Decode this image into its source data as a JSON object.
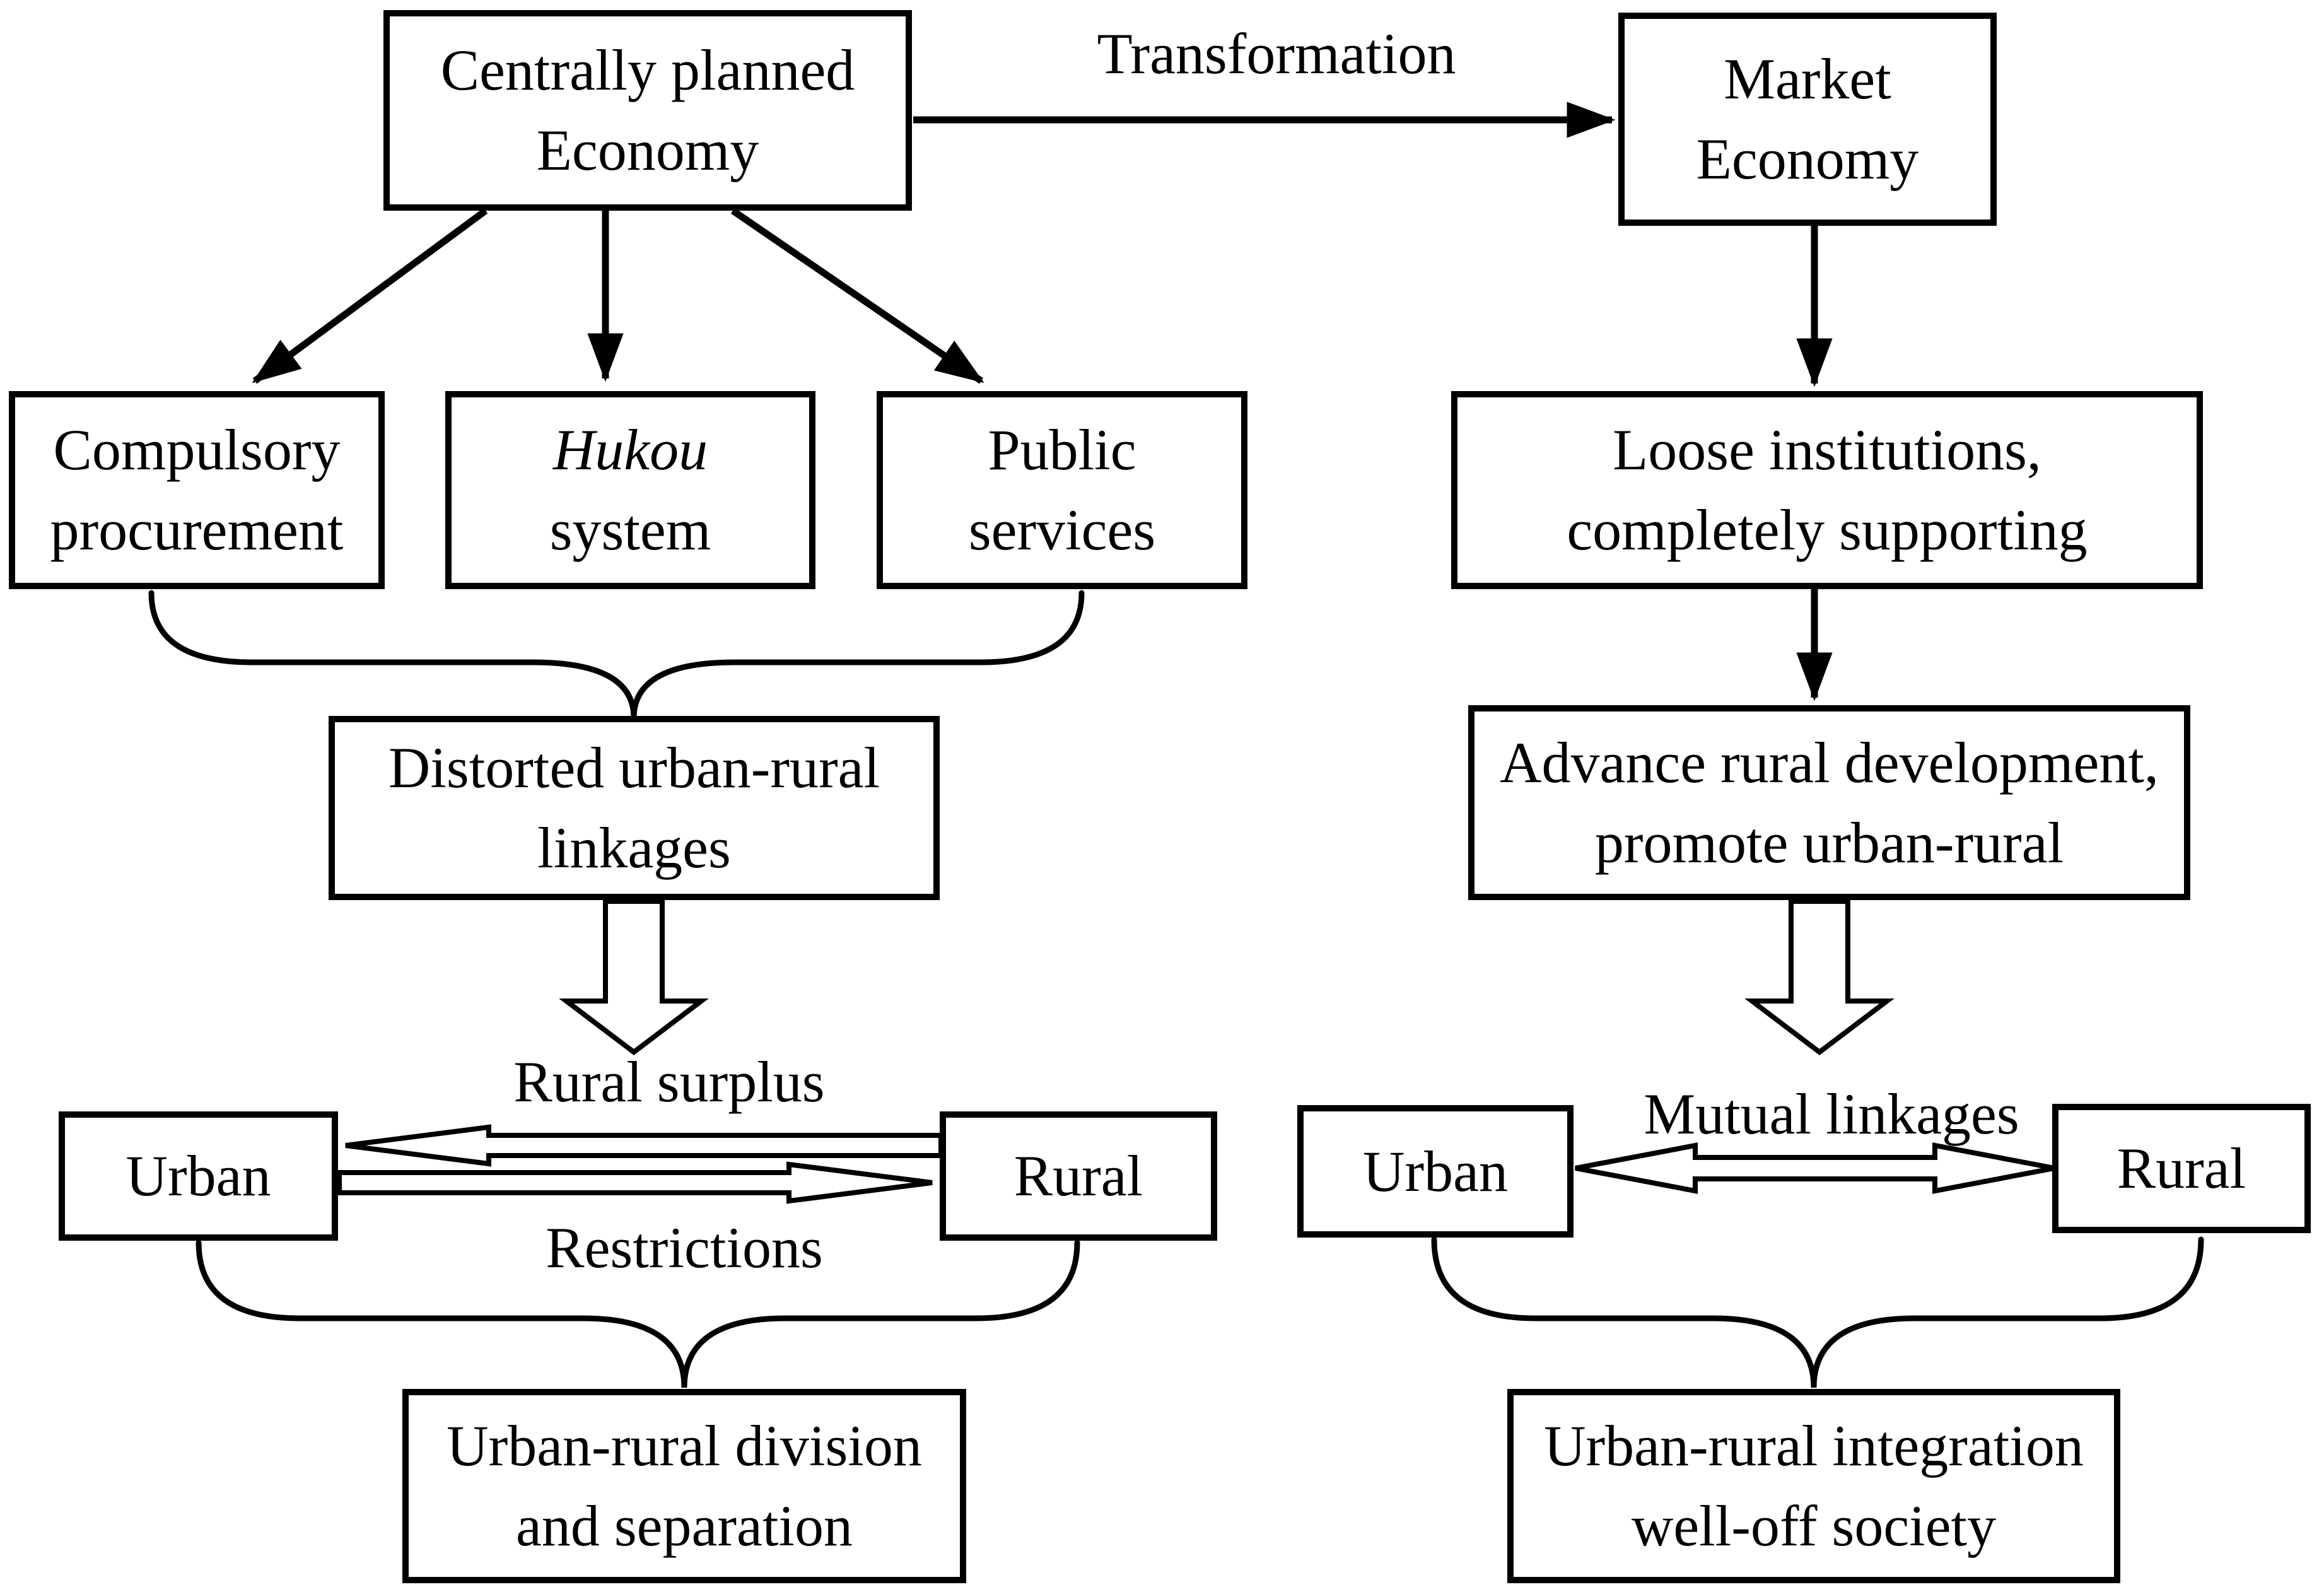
{
  "diagram": {
    "nodes": {
      "cpe": {
        "line1": "Centrally planned",
        "line2": "Economy"
      },
      "market": {
        "line1": "Market",
        "line2": "Economy"
      },
      "compulsory": {
        "line1": "Compulsory",
        "line2": "procurement"
      },
      "hukou": {
        "line1": "Hukou",
        "line2": "system"
      },
      "public": {
        "line1": "Public",
        "line2": "services"
      },
      "loose": {
        "line1": "Loose institutions,",
        "line2": "completely supporting"
      },
      "distorted": {
        "line1": "Distorted urban-rural",
        "line2": "linkages"
      },
      "advance": {
        "line1": "Advance rural development,",
        "line2": "promote urban-rural"
      },
      "urban_left": {
        "label": "Urban"
      },
      "rural_left": {
        "label": "Rural"
      },
      "urban_right": {
        "label": "Urban"
      },
      "rural_right": {
        "label": "Rural"
      },
      "division": {
        "line1": "Urban-rural division",
        "line2": "and separation"
      },
      "integration": {
        "line1": "Urban-rural integration",
        "line2": "well-off society"
      }
    },
    "labels": {
      "transformation": "Transformation",
      "rural_surplus": "Rural surplus",
      "restrictions": "Restrictions",
      "mutual_linkages": "Mutual linkages"
    },
    "colors": {
      "ink": "#000000",
      "background": "#ffffff"
    }
  }
}
